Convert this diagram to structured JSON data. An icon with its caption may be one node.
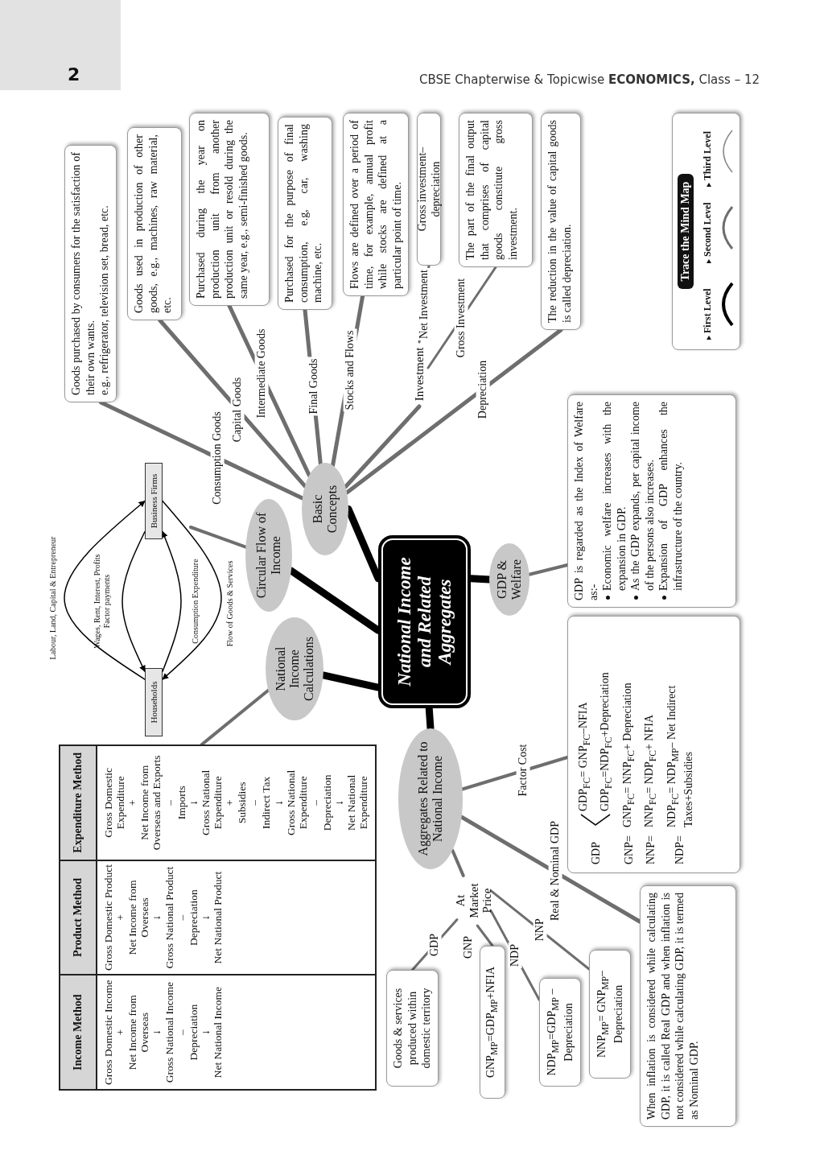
{
  "diagram": {
    "nodes": [
      {
        "text": [
          "National Income and Related Aggregates"
        ]
      },
      {
        "text": [
          "Basic Concepts"
        ]
      },
      {
        "text": [
          "Circular Flow of Income"
        ]
      },
      {
        "text": [
          "National Income Calculations"
        ]
      },
      {
        "text": [
          "GDP & Welfare"
        ]
      },
      {
        "text": [
          "Aggregates Related to National Income"
        ]
      },
      {
        "text": [
          "Goods purchased by consumers for the satisfaction of their own wants.",
          "e.g., refrigerator, television set, bread, etc."
        ]
      },
      {
        "text": [
          "Goods used in production of other goods, e.g., machines, raw material, etc."
        ]
      },
      {
        "text": [
          "Purchased during the year on production unit from another production unit or resold during the same year, e.g., semi-finished goods."
        ]
      },
      {
        "text": [
          "Purchased for the purpose of final consumption, e.g, car, washing machine, etc."
        ]
      },
      {
        "text": [
          "Flows are defined over a period of time, for example, annual profit while stocks are defined at a particular point of time."
        ]
      },
      {
        "text": [
          "Investment"
        ]
      },
      {
        "text": [
          "Gross investment–depreciation"
        ]
      },
      {
        "text": [
          "The part of the final output that comprises of capital goods constitute gross investment."
        ]
      },
      {
        "text": [
          "The reduction in the value of capital goods is called depreciation."
        ]
      },
      {
        "text": [
          "Households"
        ]
      },
      {
        "text": [
          "Business Firms"
        ]
      },
      {
        "text": [
          "Income Method",
          "Product Method",
          "Expenditure Method",
          "Gross Domestic Income + Net Income from Overseas ↓ Gross National Income – Depreciation ↓ Net National Income",
          "Gross Domestic Product + Net Income from Overseas ↓ Gross National Product – Depreciation ↓ Net National Product",
          "Gross Domestic Expenditure + Net Income from Overseas and Exports – Imports ↓ Gross National Expenditure + Subsidies – Indirect Tax ↓ Gross National Expenditure – Depreciation ↓ Net National Expenditure"
        ]
      },
      {
        "text": [
          "GDP is regarded as the Index of Welfare as:-",
          "Economic welfare increases with the expansion in GDP.",
          "As the GDP expands, per capital income of the persons also increases.",
          "Expansion of GDP enhances the infrastructure of the country."
        ]
      },
      {
        "text": [
          "GDP",
          "GDP$_{FC}$= GNP$_{FC}$–NFIA",
          "GDP$_{FC}$=NDP$_{FC}$+Depreciation",
          "GNP=",
          "GNP$_{FC}$= NNP$_{FC}$+ Depreciation",
          "NNP=",
          "NNP$_{FC}$= NDP$_{FC}$+ NFIA",
          "NDP=",
          "NDP$_{FC}$= NDP$_{MP}$– Net Indirect Taxes+Subsidies"
        ]
      },
      {
        "text": [
          "At Market Price"
        ]
      },
      {
        "text": [
          "Goods & services produced within domestic territory"
        ]
      },
      {
        "text": [
          "GNP$_{MP}$=GDP$_{MP}$+NFIA"
        ]
      },
      {
        "text": [
          "NDP$_{MP}$=GDP$_{MP}$ –Depreciation"
        ]
      },
      {
        "text": [
          "NNP$_{MP}$= GNP$_{MP}$– Depreciation"
        ]
      },
      {
        "text": [
          "When inflation is considered while calculating GDP, it is called Real GDP and when inflation is not considered while calculating GDP, it is termed as Nominal GDP."
        ]
      }
    ],
    "edges": [
      {
        "from": 0,
        "to": 1,
        "arrow": "none",
        "style": "thick",
        "color": "#000000"
      },
      {
        "from": 0,
        "to": 2,
        "arrow": "none",
        "style": "thick",
        "color": "#000000"
      },
      {
        "from": 0,
        "to": 3,
        "arrow": "none",
        "style": "thick",
        "color": "#000000"
      },
      {
        "from": 0,
        "to": 4,
        "arrow": "none",
        "style": "thick",
        "color": "#000000"
      },
      {
        "from": 0,
        "to": 5,
        "arrow": "none",
        "style": "thick",
        "color": "#000000"
      },
      {
        "from": 1,
        "to": 6,
        "arrow": "none",
        "label": "Consumption Goods"
      },
      {
        "from": 1,
        "to": 7,
        "arrow": "none",
        "label": "Capital Goods"
      },
      {
        "from": 1,
        "to": 8,
        "arrow": "none",
        "label": "Intermediate Goods"
      },
      {
        "from": 1,
        "to": 9,
        "arrow": "none",
        "label": "Final Goods"
      },
      {
        "from": 1,
        "to": 10,
        "arrow": "none",
        "label": "Stocks and Flows"
      },
      {
        "from": 1,
        "to": 11,
        "arrow": "none"
      },
      {
        "from": 11,
        "to": 12,
        "arrow": "none",
        "label": "Net Investment"
      },
      {
        "from": 11,
        "to": 13,
        "arrow": "none",
        "label": "Gross Investment"
      },
      {
        "from": 1,
        "to": 14,
        "arrow": "none",
        "label": "Depreciation"
      },
      {
        "from": 2,
        "to": null,
        "arrow": "none"
      },
      {
        "from": 15,
        "to": 16,
        "arrow": "to",
        "label": "Labour, Land, Capital & Entrepreneur",
        "color": "#000000"
      },
      {
        "from": 16,
        "to": 15,
        "arrow": "to",
        "label": "Wages, Rent, Interest, Profits Factor payments",
        "color": "#000000"
      },
      {
        "from": 15,
        "to": 16,
        "arrow": "to",
        "label": "Consumption Expenditure",
        "color": "#000000"
      },
      {
        "from": 16,
        "to": 15,
        "arrow": "to",
        "label": "Flow of Goods & Services",
        "color": "#000000"
      },
      {
        "from": 3,
        "to": 17,
        "arrow": "none"
      },
      {
        "from": 4,
        "to": 18,
        "arrow": "none"
      },
      {
        "from": 5,
        "to": 19,
        "arrow": "none",
        "label": "Factor Cost"
      },
      {
        "from": 5,
        "to": 20,
        "arrow": "none"
      },
      {
        "from": 5,
        "to": 25,
        "arrow": "none",
        "label": "Real & Nominal GDP"
      },
      {
        "from": 20,
        "to": 21,
        "arrow": "none",
        "label": "GDP"
      },
      {
        "from": 20,
        "to": 22,
        "arrow": "none",
        "label": "GNP"
      },
      {
        "from": 20,
        "to": 23,
        "arrow": "none",
        "label": "NDP"
      },
      {
        "from": 20,
        "to": 24,
        "arrow": "none",
        "label": "NNP"
      }
    ],
    "labels": [
      "2",
      "CBSE Chapterwise & Topicwise **ECONOMICS,** Class – 12",
      "Trace the Mind Map"
    ],
    "legend": [
      {
        "text": "First Level"
      },
      {
        "text": "Second Level"
      },
      {
        "text": "Third Level"
      }
    ]
  }
}
